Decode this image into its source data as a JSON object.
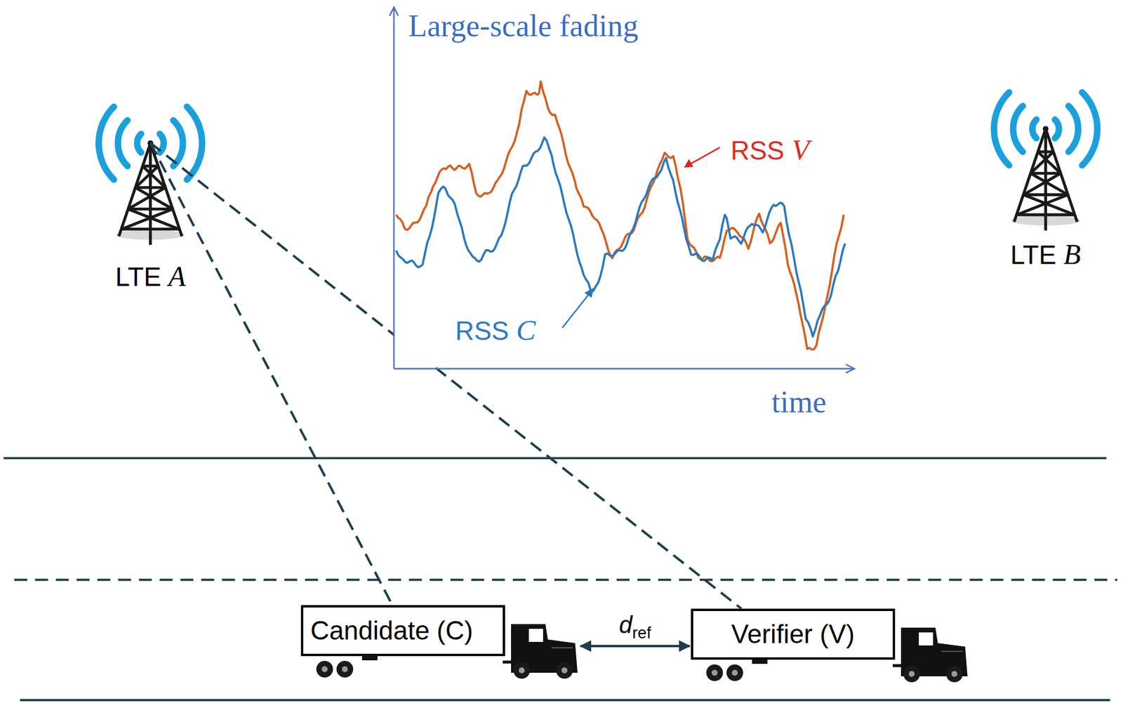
{
  "diagram": {
    "nodes": [
      {
        "text": [
          "LTE A"
        ]
      },
      {
        "text": [
          "LTE B"
        ]
      },
      {
        "text": [
          "Candidate (C)"
        ]
      },
      {
        "text": [
          "Verifier (V)"
        ]
      }
    ],
    "edges": [
      {
        "from": 0,
        "to": 2,
        "arrow": "none"
      },
      {
        "from": 0,
        "to": 3,
        "arrow": "none"
      },
      {
        "from": 2,
        "to": 3,
        "label": "dref",
        "arrow": "both"
      }
    ],
    "labels": [
      "Large-scale fading",
      "RSS V",
      "RSS C",
      "time"
    ]
  }
}
